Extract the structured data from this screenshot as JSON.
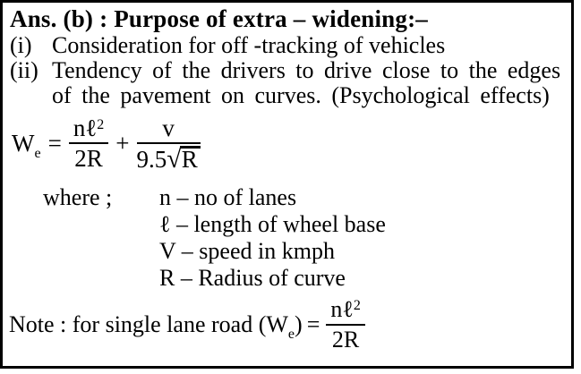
{
  "title": "Ans. (b) : Purpose of extra – widening:–",
  "items": [
    {
      "marker": "(i)",
      "text": "Consideration for off -tracking of vehicles"
    },
    {
      "marker": "(ii)",
      "text": "Tendency of the drivers to drive close to the edges of the pavement on curves. (Psychological effects)"
    }
  ],
  "formula": {
    "var": "W",
    "var_sub": "e",
    "equals": "=",
    "frac1": {
      "num_base": "nℓ",
      "num_sup": "2",
      "den": "2R"
    },
    "plus": "+",
    "frac2": {
      "num": "v",
      "den_coeff": "9.5",
      "radical": "√",
      "radicand": "R"
    }
  },
  "where": {
    "label": "where ;",
    "definitions": [
      "n – no of lanes",
      "ℓ – length of wheel base",
      "V – speed in kmph",
      "R – Radius of curve"
    ]
  },
  "note": {
    "text_before": "Note : for single lane road (",
    "var": "W",
    "var_sub": "e",
    "text_after": ")",
    "equals": "=",
    "frac": {
      "num_base": "nℓ",
      "num_sup": "2",
      "den": "2R"
    }
  },
  "colors": {
    "text": "#000000",
    "border": "#000000",
    "background": "#ffffff"
  }
}
